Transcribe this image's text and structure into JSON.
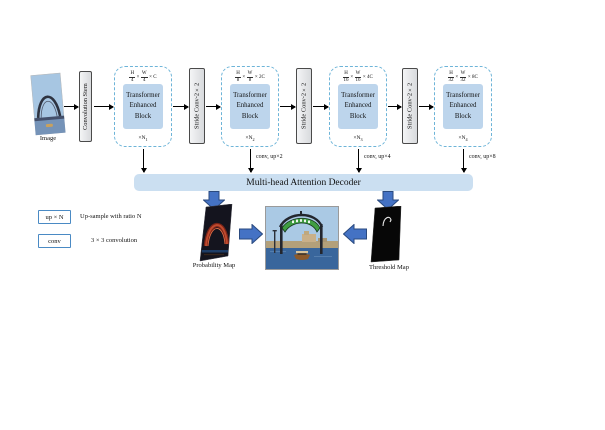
{
  "figure": {
    "times": "×",
    "input_label": "Image",
    "stem_label": "Convolution Stem",
    "stride_label": "Stride Conv-2×2",
    "blocks": [
      {
        "dim_num1": "H",
        "dim_den1": "4",
        "dim_num2": "W",
        "dim_den2": "4",
        "dim_suffix": "× C",
        "title": "Transformer Enhanced Block",
        "repeat": "×N",
        "repeat_sub": "1",
        "out_label": ""
      },
      {
        "dim_num1": "H",
        "dim_den1": "8",
        "dim_num2": "W",
        "dim_den2": "8",
        "dim_suffix": "× 2C",
        "title": "Transformer Enhanced Block",
        "repeat": "×N",
        "repeat_sub": "2",
        "out_label": "conv, up×2"
      },
      {
        "dim_num1": "H",
        "dim_den1": "16",
        "dim_num2": "W",
        "dim_den2": "16",
        "dim_suffix": "× 4C",
        "title": "Transformer Enhanced Block",
        "repeat": "×N",
        "repeat_sub": "3",
        "out_label": "conv, up×4"
      },
      {
        "dim_num1": "H",
        "dim_den1": "32",
        "dim_num2": "W",
        "dim_den2": "32",
        "dim_suffix": "× 8C",
        "title": "Transformer Enhanced Block",
        "repeat": "×N",
        "repeat_sub": "4",
        "out_label": "conv, up×8"
      }
    ],
    "decoder_label": "Multi-head Attention Decoder",
    "prob_map_label": "Probability Map",
    "thresh_map_label": "Threshold Map",
    "legend": {
      "up_box": "up × N",
      "up_desc": "Up-sample with ratio N",
      "conv_box": "conv",
      "conv_desc": "3 × 3 convolution"
    },
    "colors": {
      "dashed-border": "#6db4d8",
      "block-fill": "#bdd5ec",
      "decoder-fill": "#cbdff1",
      "legend-border": "#4a8ac4",
      "arrow-blue": "#4472c4",
      "arrow-blue-border": "#2a4a7f"
    }
  }
}
